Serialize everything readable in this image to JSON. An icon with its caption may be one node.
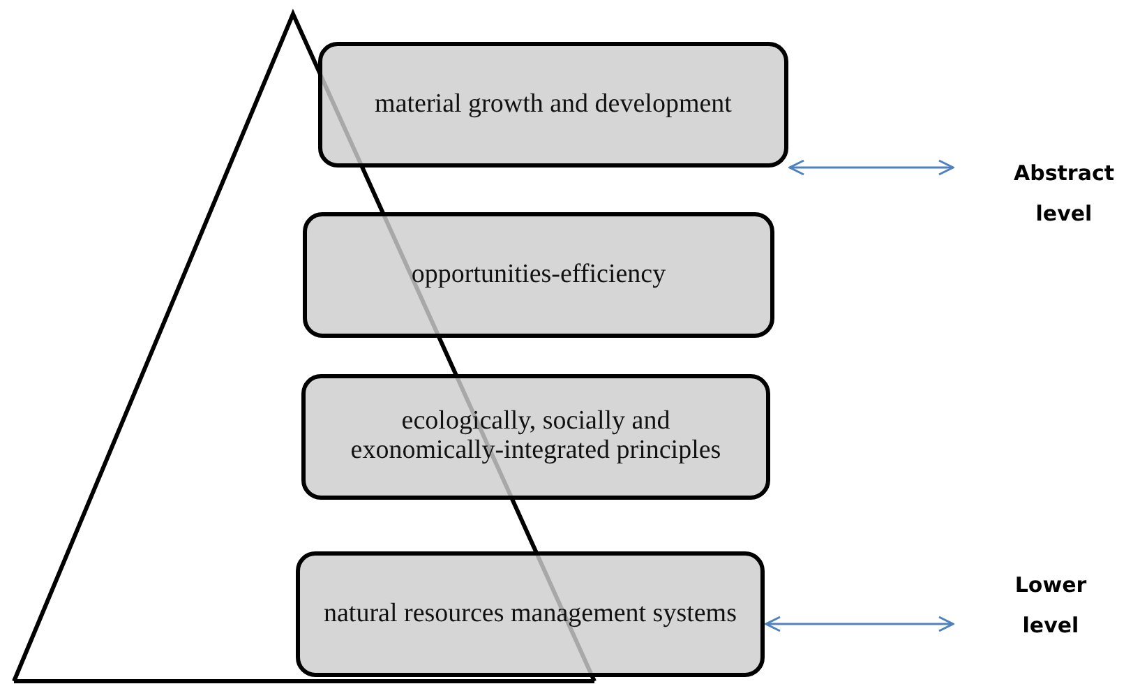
{
  "diagram": {
    "nodes": [
      {
        "text": [
          "material growth and development"
        ]
      },
      {
        "text": [
          "opportunities-efficiency"
        ]
      },
      {
        "text": [
          "ecologically, socially and exonomically-integrated principles"
        ]
      },
      {
        "text": [
          "natural resources management systems"
        ]
      },
      {
        "text": [
          "Abstract level"
        ]
      },
      {
        "text": [
          "Lower level"
        ]
      }
    ],
    "edges": [
      {
        "from": 0,
        "to": 4,
        "arrow": "both",
        "color": "#4f81bd"
      },
      {
        "from": 3,
        "to": 5,
        "arrow": "both",
        "color": "#4f81bd"
      }
    ]
  }
}
